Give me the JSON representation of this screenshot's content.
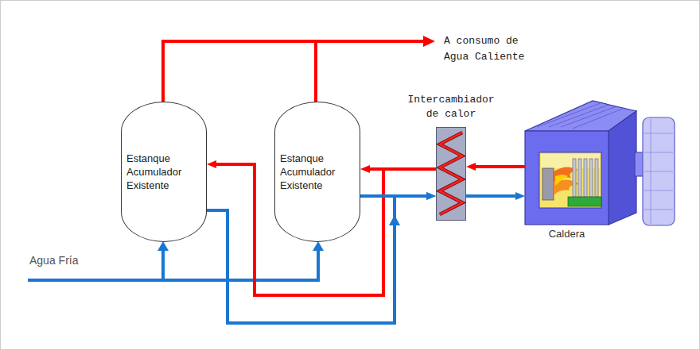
{
  "diagram": {
    "nodes": [
      {
        "text": [
          "Estanque Acumulador Existente"
        ]
      },
      {
        "text": [
          "Estanque Acumulador Existente"
        ]
      },
      {
        "text": [
          "Intercambiador de calor"
        ]
      },
      {
        "text": [
          "Caldera"
        ]
      }
    ],
    "edges": [
      {
        "from": 2,
        "to": 0,
        "arrow": "to"
      },
      {
        "from": 2,
        "to": 1,
        "arrow": "to"
      },
      {
        "from": 3,
        "to": 2,
        "arrow": "to"
      },
      {
        "from": 2,
        "to": 3,
        "arrow": "to"
      },
      {
        "from": 0,
        "to": 2,
        "arrow": "to"
      },
      {
        "from": 1,
        "to": 2,
        "arrow": "to"
      }
    ],
    "labels": [
      "A consumo de Agua Caliente",
      "Agua Fría"
    ]
  }
}
